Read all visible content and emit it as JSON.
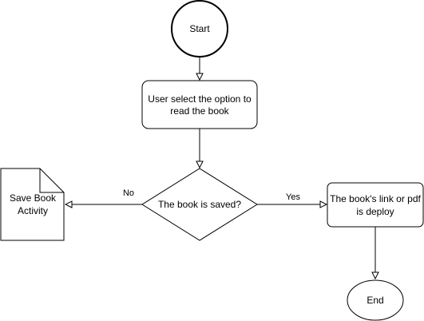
{
  "diagram": {
    "nodes": {
      "start": {
        "label": "Start"
      },
      "select": {
        "line1": "User select the option to",
        "line2": "read the book"
      },
      "decision": {
        "label": "The book is saved?"
      },
      "save": {
        "line1": "Save Book",
        "line2": "Activity"
      },
      "deploy": {
        "line1": "The book's link or pdf",
        "line2": "is deploy"
      },
      "end": {
        "label": "End"
      }
    },
    "edges": {
      "no_label": "No",
      "yes_label": "Yes"
    }
  }
}
